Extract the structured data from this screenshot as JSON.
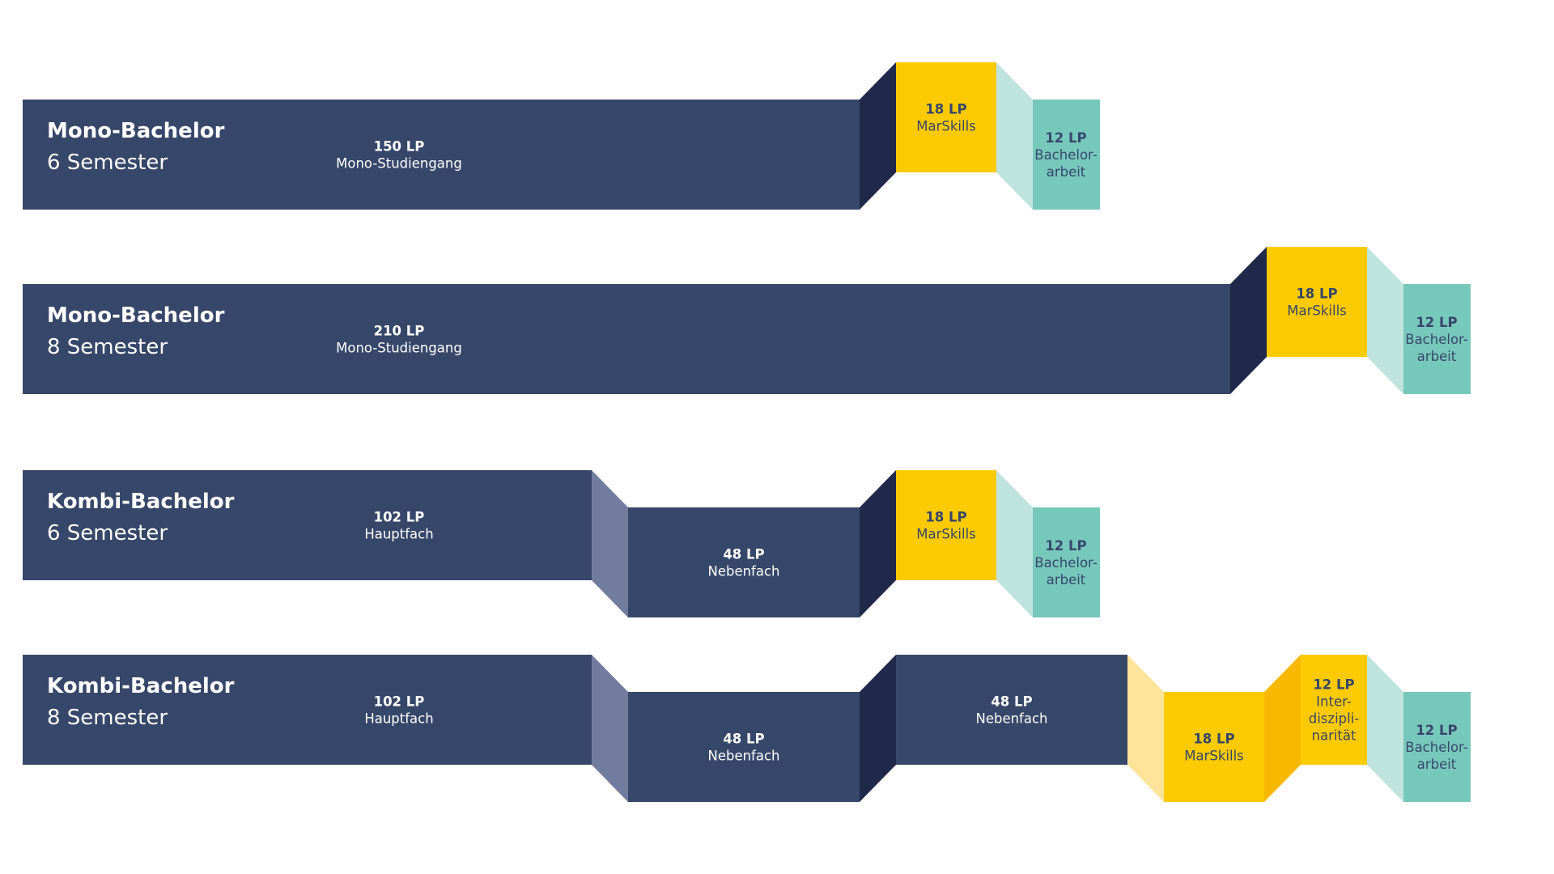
{
  "colors": {
    "navy": "#37476a",
    "navy_dark": "#20294a",
    "slate": "#727c9e",
    "yellow": "#fcca00",
    "yellow_dark": "#f9b800",
    "yellow_light": "#fde49a",
    "teal": "#76c8bb",
    "teal_light": "#bfe4dd",
    "text_light": "#ffffff",
    "text_dark": "#37476a"
  },
  "rows": [
    {
      "title": "Mono-Bachelor",
      "subtitle": "6 Semester",
      "blocks": [
        {
          "lp": "150 LP",
          "label_lines": [
            "Mono-Studiengang"
          ]
        },
        {
          "lp": "18 LP",
          "label_lines": [
            "MarSkills"
          ]
        },
        {
          "lp": "12 LP",
          "label_lines": [
            "Bachelor-",
            "arbeit"
          ]
        }
      ]
    },
    {
      "title": "Mono-Bachelor",
      "subtitle": "8 Semester",
      "blocks": [
        {
          "lp": "210 LP",
          "label_lines": [
            "Mono-Studiengang"
          ]
        },
        {
          "lp": "18 LP",
          "label_lines": [
            "MarSkills"
          ]
        },
        {
          "lp": "12 LP",
          "label_lines": [
            "Bachelor-",
            "arbeit"
          ]
        }
      ]
    },
    {
      "title": "Kombi-Bachelor",
      "subtitle": "6 Semester",
      "blocks": [
        {
          "lp": "102 LP",
          "label_lines": [
            "Hauptfach"
          ]
        },
        {
          "lp": "48 LP",
          "label_lines": [
            "Nebenfach"
          ]
        },
        {
          "lp": "18 LP",
          "label_lines": [
            "MarSkills"
          ]
        },
        {
          "lp": "12 LP",
          "label_lines": [
            "Bachelor-",
            "arbeit"
          ]
        }
      ]
    },
    {
      "title": "Kombi-Bachelor",
      "subtitle": "8 Semester",
      "blocks": [
        {
          "lp": "102 LP",
          "label_lines": [
            "Hauptfach"
          ]
        },
        {
          "lp": "48 LP",
          "label_lines": [
            "Nebenfach"
          ]
        },
        {
          "lp": "48 LP",
          "label_lines": [
            "Nebenfach"
          ]
        },
        {
          "lp": "18 LP",
          "label_lines": [
            "MarSkills"
          ]
        },
        {
          "lp": "12 LP",
          "label_lines": [
            "Inter-",
            "disziplі-",
            "narität"
          ]
        },
        {
          "lp": "12 LP",
          "label_lines": [
            "Bachelor-",
            "arbeit"
          ]
        }
      ]
    }
  ]
}
